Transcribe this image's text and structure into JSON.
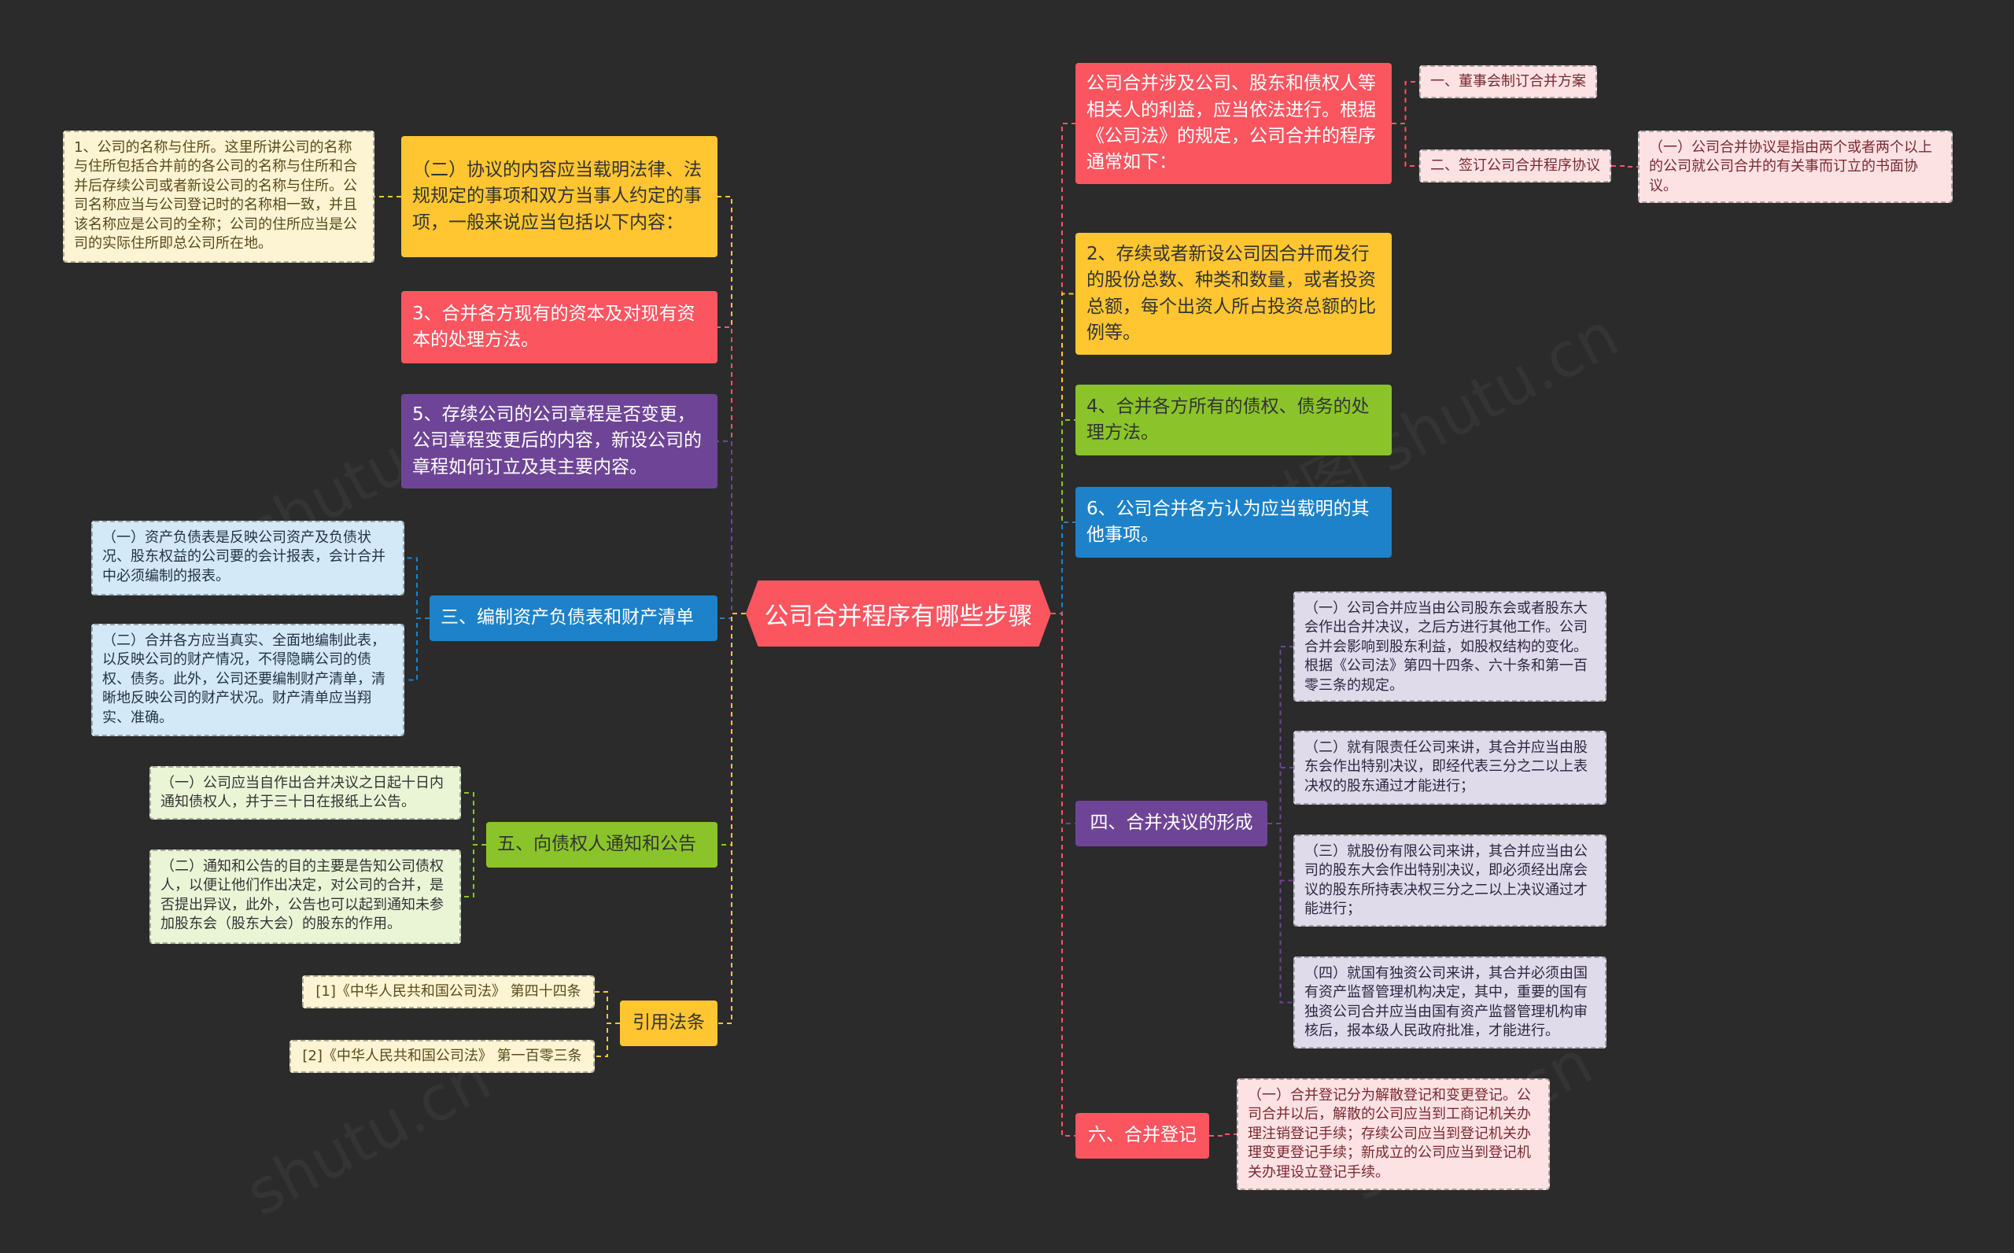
{
  "root": {
    "label": "公司合并程序有哪些步骤"
  },
  "colors": {
    "red": "#fb5560",
    "yellow": "#ffc632",
    "purple": "#6e4596",
    "blue": "#1d82c9",
    "green": "#8ac42a",
    "lavender": "#e0dbeb",
    "pink": "#fde2e4",
    "cream": "#fdf4d3",
    "lightblue": "#d4e9f7",
    "lightgreen": "#eaf5d6",
    "background": "#2b2b2b"
  },
  "left": {
    "agreement": {
      "label": "（二）协议的内容应当载明法律、法规规定的事项和双方当事人约定的事项，一般来说应当包括以下内容：",
      "detail": "1、公司的名称与住所。这里所讲公司的名称与住所包括合并前的各公司的名称与住所和合并后存续公司或者新设公司的名称与住所。公司名称应当与公司登记时的名称相一致，并且该名称应是公司的全称；公司的住所应当是公司的实际住所即总公司所在地。"
    },
    "capital": {
      "label": "3、合并各方现有的资本及对现有资本的处理方法。"
    },
    "charter": {
      "label": "5、存续公司的公司章程是否变更，公司章程变更后的内容，新设公司的章程如何订立及其主要内容。"
    },
    "balance": {
      "label": "三、编制资产负债表和财产清单",
      "details": [
        "（一）资产负债表是反映公司资产及负债状况、股东权益的公司要的会计报表，会计合并中必须编制的报表。",
        "（二）合并各方应当真实、全面地编制此表，以反映公司的财产情况，不得隐瞒公司的债权、债务。此外，公司还要编制财产清单，清晰地反映公司的财产状况。财产清单应当翔实、准确。"
      ]
    },
    "creditors": {
      "label": "五、向债权人通知和公告",
      "details": [
        "（一）公司应当自作出合并决议之日起十日内通知债权人，并于三十日在报纸上公告。",
        "（二）通知和公告的目的主要是告知公司债权人，以便让他们作出决定，对公司的合并，是否提出异议，此外，公告也可以起到通知未参加股东会（股东大会）的股东的作用。"
      ]
    },
    "law": {
      "label": "引用法条",
      "details": [
        "[1]《中华人民共和国公司法》 第四十四条",
        "[2]《中华人民共和国公司法》 第一百零三条"
      ]
    }
  },
  "right": {
    "intro": {
      "label": "公司合并涉及公司、股东和债权人等相关人的利益，应当依法进行。根据《公司法》的规定，公司合并的程序通常如下：",
      "steps": [
        "一、董事会制订合并方案",
        "二、签订公司合并程序协议"
      ],
      "detail": "（一）公司合并协议是指由两个或者两个以上的公司就公司合并的有关事而订立的书面协议。"
    },
    "shares": {
      "label": "2、存续或者新设公司因合并而发行的股份总数、种类和数量，或者投资总额，每个出资人所占投资总额的比例等。"
    },
    "debts": {
      "label": "4、合并各方所有的债权、债务的处理方法。"
    },
    "other": {
      "label": "6、公司合并各方认为应当载明的其他事项。"
    },
    "resolution": {
      "label": "四、合并决议的形成",
      "details": [
        "（一）公司合并应当由公司股东会或者股东大会作出合并决议，之后方进行其他工作。公司合并会影响到股东利益，如股权结构的变化。根据《公司法》第四十四条、六十条和第一百零三条的规定。",
        "（二）就有限责任公司来讲，其合并应当由股东会作出特别决议，即经代表三分之二以上表决权的股东通过才能进行；",
        "（三）就股份有限公司来讲，其合并应当由公司的股东大会作出特别决议，即必须经出席会议的股东所持表决权三分之二以上决议通过才能进行；",
        "（四）就国有独资公司来讲，其合并必须由国有资产监督管理机构决定，其中，重要的国有独资公司合并应当由国有资产监督管理机构审核后，报本级人民政府批准，才能进行。"
      ]
    },
    "registration": {
      "label": "六、合并登记",
      "detail": "（一）合并登记分为解散登记和变更登记。公司合并以后，解散的公司应当到工商记机关办理注销登记手续；存续公司应当到登记机关办理变更登记手续；新成立的公司应当到登记机关办理设立登记手续。"
    }
  }
}
